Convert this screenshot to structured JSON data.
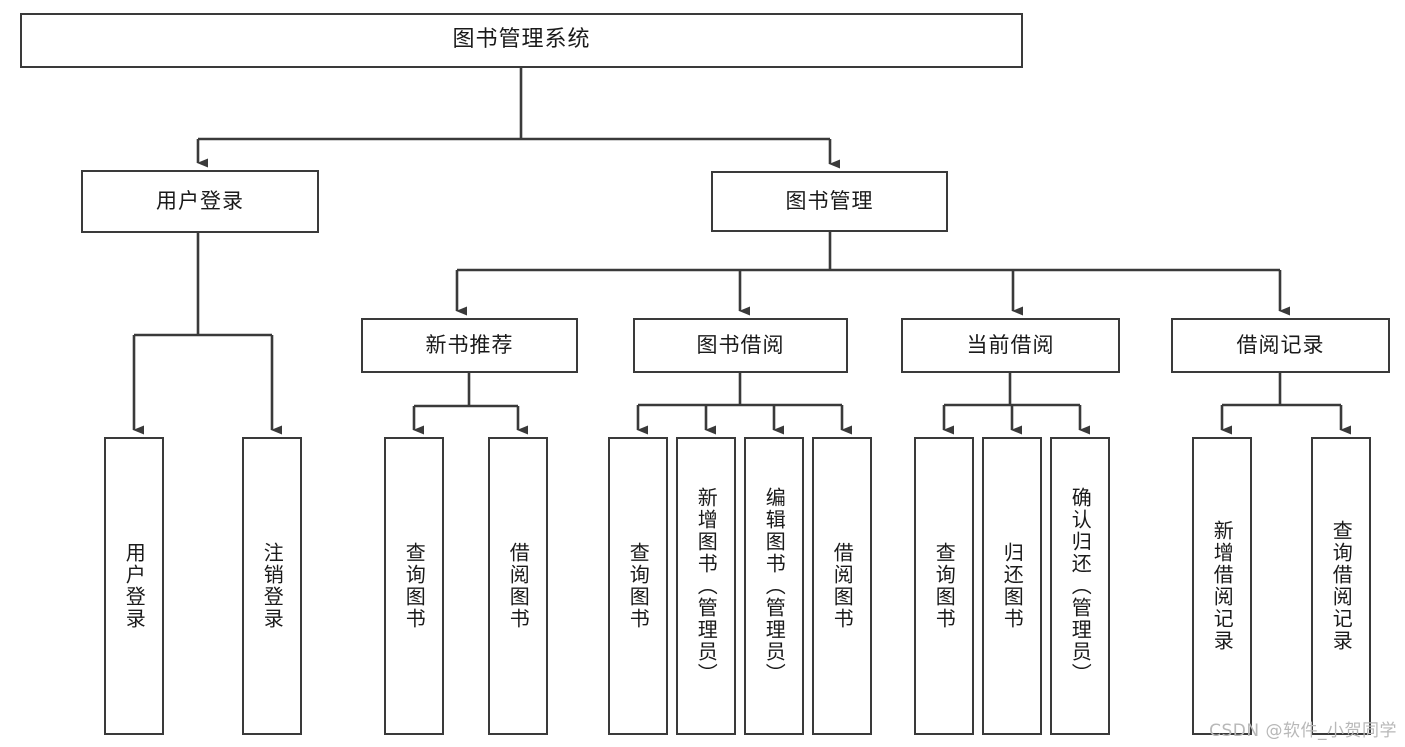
{
  "diagram": {
    "title": "图书管理系统",
    "type": "tree-hierarchy-chart",
    "root": {
      "label": "图书管理系统"
    },
    "level2": [
      {
        "label": "用户登录"
      },
      {
        "label": "图书管理"
      }
    ],
    "level3": [
      {
        "label": "新书推荐"
      },
      {
        "label": "图书借阅"
      },
      {
        "label": "当前借阅"
      },
      {
        "label": "借阅记录"
      }
    ],
    "leaves_user_login": [
      {
        "label": "用户登录"
      },
      {
        "label": "注销登录"
      }
    ],
    "leaves_new_book": [
      {
        "label": "查询图书"
      },
      {
        "label": "借阅图书"
      }
    ],
    "leaves_borrow": [
      {
        "label": "查询图书"
      },
      {
        "label": "新增图书（管理员）"
      },
      {
        "label": "编辑图书（管理员）"
      },
      {
        "label": "借阅图书"
      }
    ],
    "leaves_current": [
      {
        "label": "查询图书"
      },
      {
        "label": "归还图书"
      },
      {
        "label": "确认归还（管理员）"
      }
    ],
    "leaves_records": [
      {
        "label": "新增借阅记录"
      },
      {
        "label": "查询借阅记录"
      }
    ]
  },
  "watermark": {
    "text": "CSDN @软件_小贺同学"
  },
  "colors": {
    "border": "#3a3a3a",
    "text": "#1a1a1a",
    "background": "#ffffff",
    "watermark": "#b8b8b8"
  }
}
